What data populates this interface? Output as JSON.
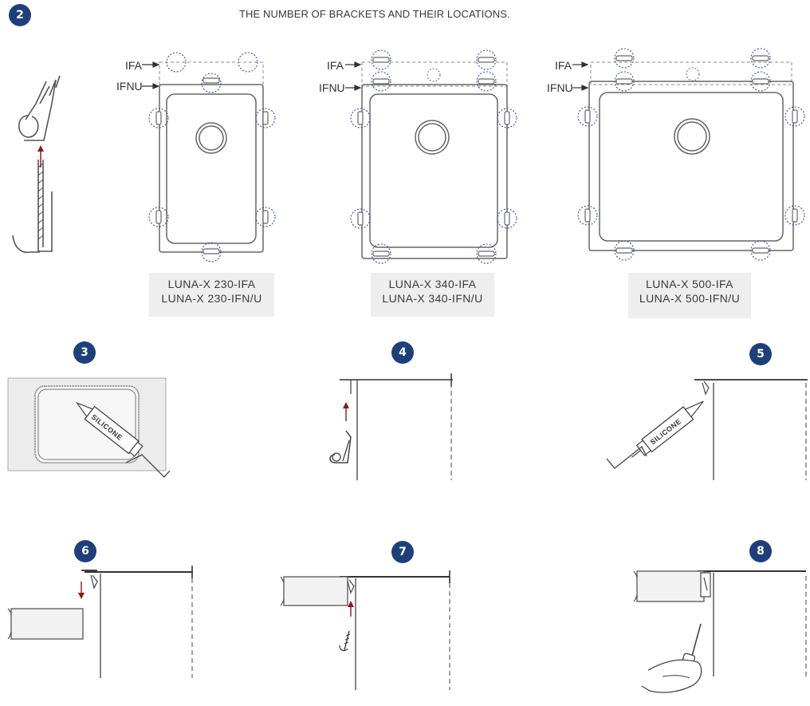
{
  "steps": {
    "s2": "2",
    "s3": "3",
    "s4": "4",
    "s5": "5",
    "s6": "6",
    "s7": "7",
    "s8": "8"
  },
  "heading": "THE NUMBER OF BRACKETS AND THEIR LOCATIONS.",
  "labels": {
    "ifa": "IFA",
    "ifnu": "IFNU"
  },
  "models": [
    {
      "line1": "LUNA-X 230-IFA",
      "line2": "LUNA-X 230-IFN/U"
    },
    {
      "line1": "LUNA-X 340-IFA",
      "line2": "LUNA-X 340-IFN/U"
    },
    {
      "line1": "LUNA-X 500-IFA",
      "line2": "LUNA-X 500-IFN/U"
    }
  ],
  "silicone": "SILICONE",
  "colors": {
    "badge": "#1f3f7a",
    "arrow": "#8b1a1a",
    "dashed_circle": "#3c4f9a",
    "line": "#555555"
  }
}
